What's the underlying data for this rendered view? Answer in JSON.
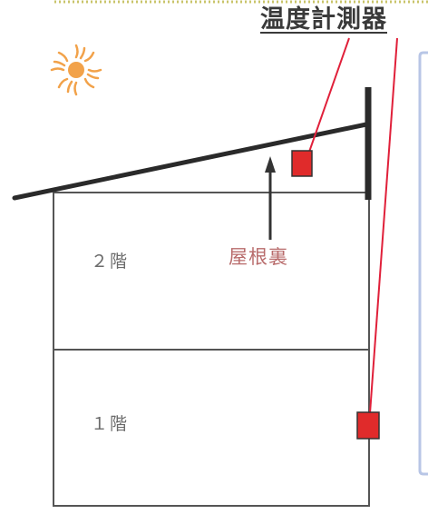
{
  "title": "温度計測器",
  "labels": {
    "floor2": "２階",
    "floor1": "１階",
    "attic": "屋根裏"
  },
  "icons": {
    "sun": "sun-icon"
  },
  "colors": {
    "sensor": "#e02b2b",
    "leader_line": "#e0203a",
    "structure": "#2a2a2a",
    "sun": "#f2a24a",
    "frame": "#b8c6e6",
    "dotted_border": "#c9c46a"
  }
}
